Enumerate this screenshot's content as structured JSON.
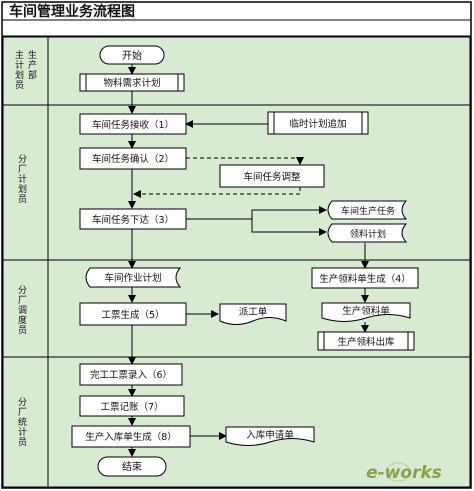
{
  "title": "车间管理业务流程图",
  "colors": {
    "lane_fill": "#d8ead2",
    "border": "#000000",
    "box_fill": "#ffffff",
    "doc_fill": "#ffffff",
    "shade": "#cfd8e6",
    "watermark": "#8aa04a"
  },
  "lanes": [
    {
      "label_lines": [
        "主",
        "计",
        "划",
        "员"
      ],
      "sub_lines": [
        "生",
        "产",
        "部"
      ]
    },
    {
      "label_lines": [
        "分",
        "厂",
        "计",
        "划",
        "员"
      ]
    },
    {
      "label_lines": [
        "分",
        "厂",
        "调",
        "度",
        "员"
      ]
    },
    {
      "label_lines": [
        "分",
        "厂",
        "统",
        "计",
        "员"
      ]
    }
  ],
  "nodes": {
    "start": "开始",
    "material_plan": "物料需求计划",
    "task_receive": "车间任务接收（1）",
    "temp_plan_add": "临时计划追加",
    "task_confirm": "车间任务确认（2）",
    "task_adjust": "车间任务调整",
    "task_issue": "车间任务下达（3）",
    "prod_task": "车间生产任务",
    "material_req_plan": "领料计划",
    "workshop_plan": "车间作业计划",
    "gen_requisition": "生产领料单生成（4）",
    "ticket_gen": "工票生成（5）",
    "dispatch_ticket": "派工单",
    "requisition_form": "生产领料单",
    "requisition_out": "生产领料出库",
    "finish_ticket_entry": "完工工票录入（6）",
    "ticket_booking": "工票记账（7）",
    "storage_gen": "生产入库单生成（8）",
    "storage_request": "入库申请单",
    "end": "结束"
  },
  "watermark": "e-works"
}
